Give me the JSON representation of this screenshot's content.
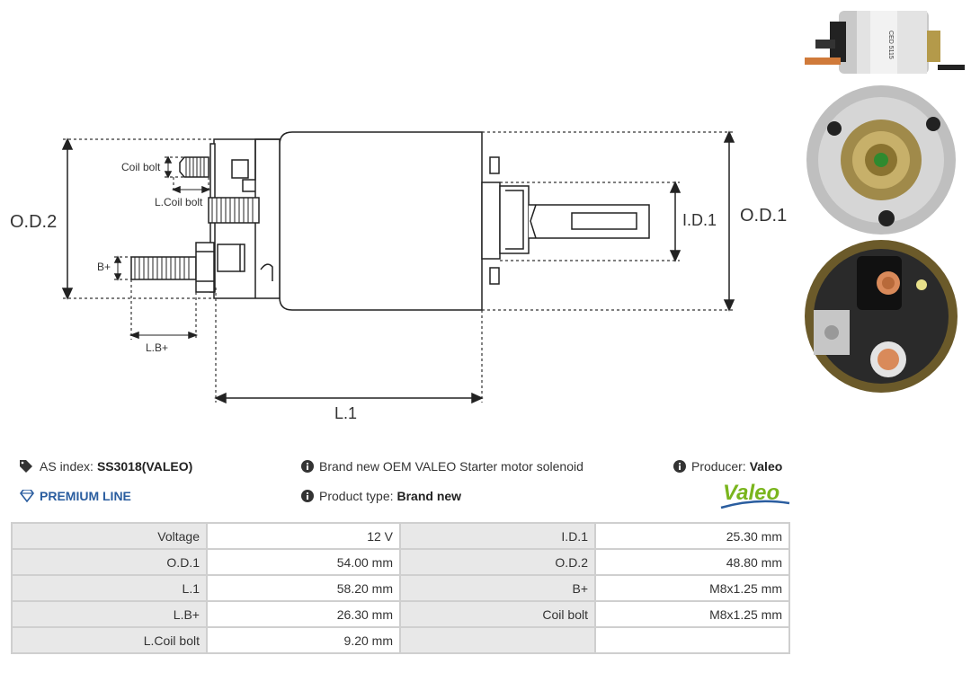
{
  "diagram": {
    "labels": {
      "od2": "O.D.2",
      "od1": "O.D.1",
      "id1": "I.D.1",
      "l1": "L.1",
      "coil_bolt": "Coil bolt",
      "l_coil_bolt": "L.Coil bolt",
      "b_plus": "B+",
      "lb_plus": "L.B+"
    }
  },
  "info": {
    "as_index_label": "AS index:",
    "as_index_value": "SS3018(VALEO)",
    "premium": "PREMIUM LINE",
    "description": "Brand new OEM VALEO Starter motor solenoid",
    "product_type_label": "Product type:",
    "product_type_value": "Brand new",
    "producer_label": "Producer:",
    "producer_value": "Valeo",
    "logo_text": "Valeo"
  },
  "photo_text": "CED 5115",
  "specs": [
    {
      "label": "Voltage",
      "value": "12 V",
      "label2": "I.D.1",
      "value2": "25.30 mm"
    },
    {
      "label": "O.D.1",
      "value": "54.00 mm",
      "label2": "O.D.2",
      "value2": "48.80 mm"
    },
    {
      "label": "L.1",
      "value": "58.20 mm",
      "label2": "B+",
      "value2": "M8x1.25 mm"
    },
    {
      "label": "L.B+",
      "value": "26.30 mm",
      "label2": "Coil bolt",
      "value2": "M8x1.25 mm"
    },
    {
      "label": "L.Coil bolt",
      "value": "9.20 mm",
      "label2": "",
      "value2": ""
    }
  ],
  "colors": {
    "premium": "#2a5d9f",
    "valeo_green": "#7ab51d",
    "table_header_bg": "#e8e8e8",
    "table_border": "#cfcfcf"
  }
}
